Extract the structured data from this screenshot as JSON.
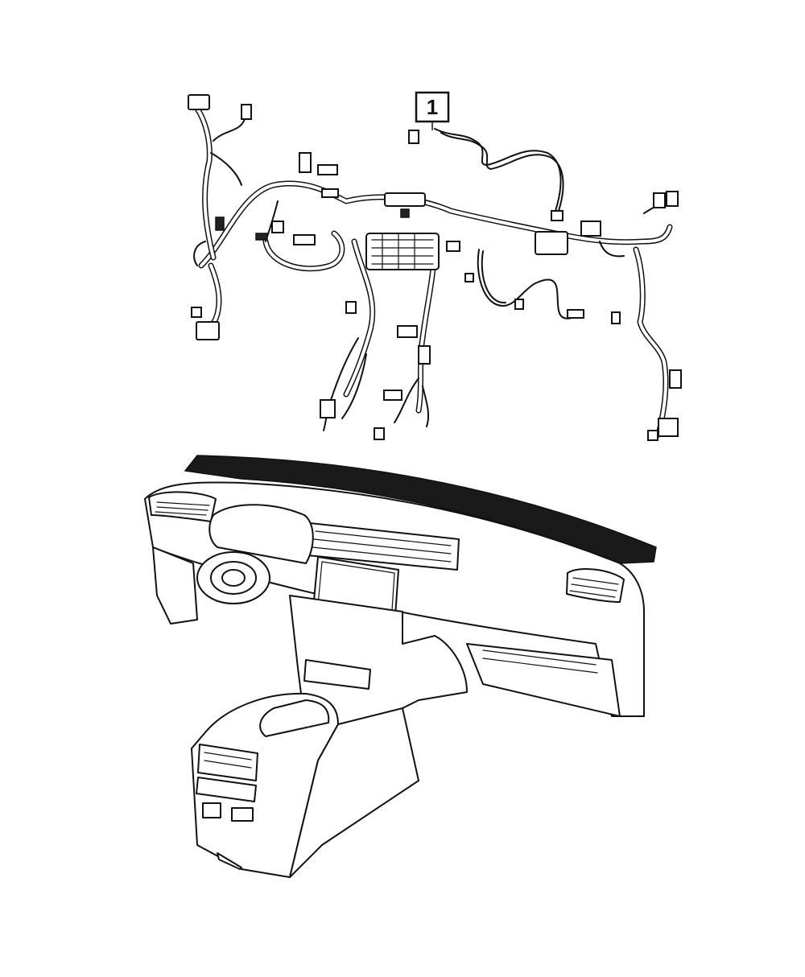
{
  "callouts": [
    {
      "label": "1"
    }
  ],
  "colors": {
    "ink": "#111111",
    "paper": "#ffffff"
  },
  "icons": {
    "harness": "wiring-harness-illustration",
    "dashboard": "instrument-panel-illustration"
  }
}
